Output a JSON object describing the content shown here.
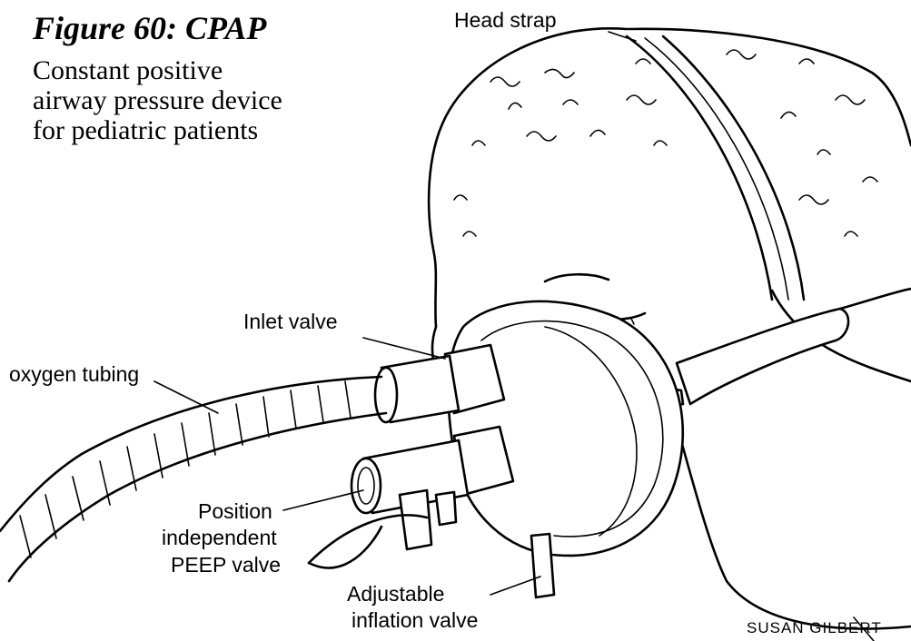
{
  "figure": {
    "title": "Figure 60: CPAP",
    "caption_lines": [
      "Constant positive",
      "airway pressure device",
      "for pediatric patients"
    ]
  },
  "labels": {
    "head_strap": "Head strap",
    "inlet_valve": "Inlet valve",
    "oxygen_tubing": "oxygen tubing",
    "peep_valve": [
      "Position",
      "independent",
      "PEEP valve"
    ],
    "inflation_valve": [
      "Adjustable",
      "inflation valve"
    ]
  },
  "credit": "SUSAN GILBERT"
}
